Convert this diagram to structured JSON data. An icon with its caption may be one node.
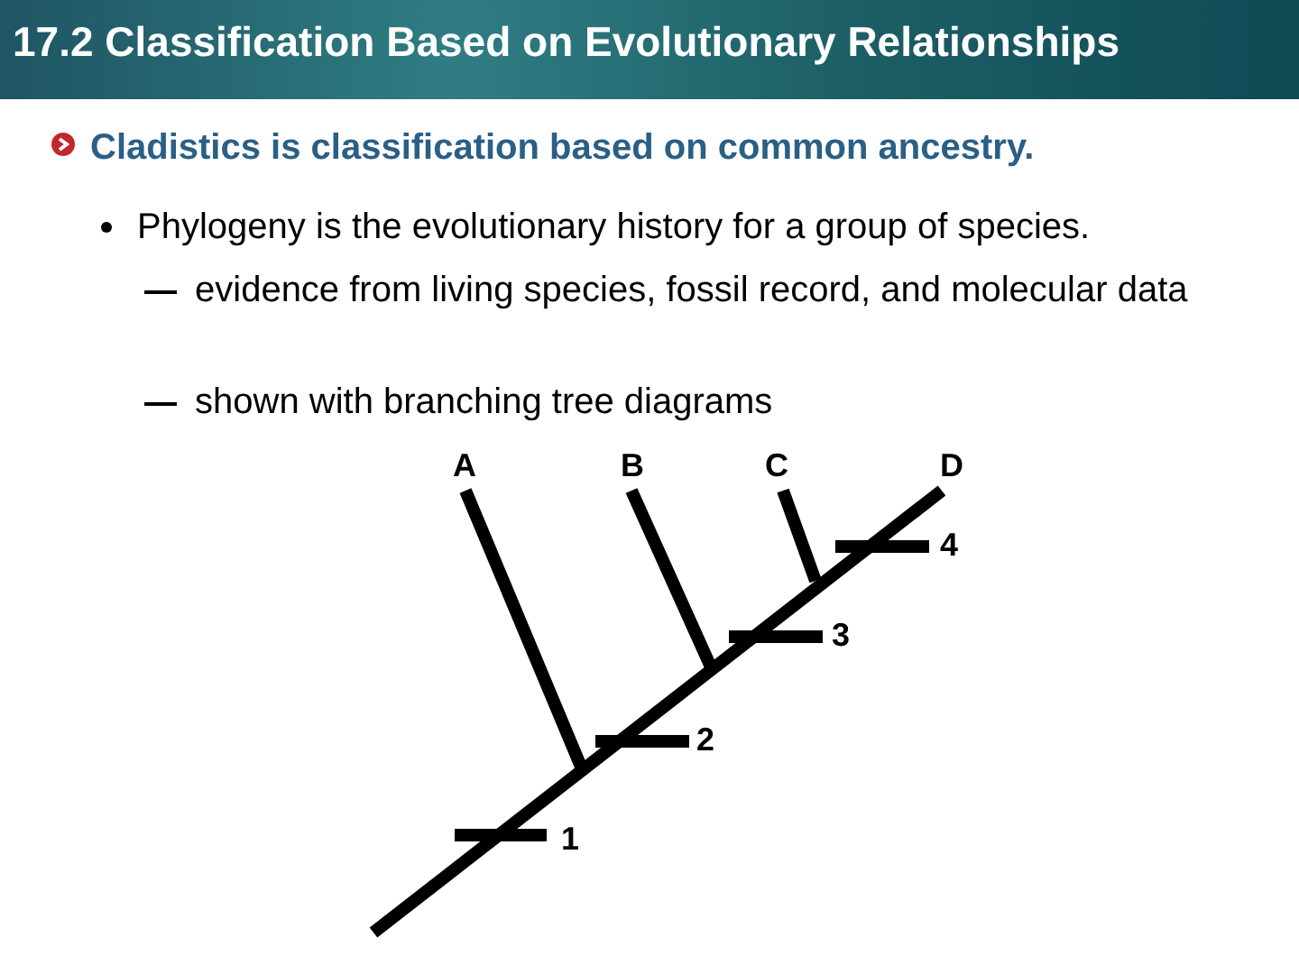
{
  "diagram": {
    "title": "17.2 Classification Based on Evolutionary Relationships",
    "labels": [
      "Cladistics is classification based on common ancestry.",
      "Phylogeny is the evolutionary history for a group of species.",
      "evidence from living species, fossil record, and molecular data",
      "shown with branching tree diagrams",
      "A",
      "B",
      "C",
      "D",
      "4",
      "3",
      "2",
      "1"
    ]
  }
}
